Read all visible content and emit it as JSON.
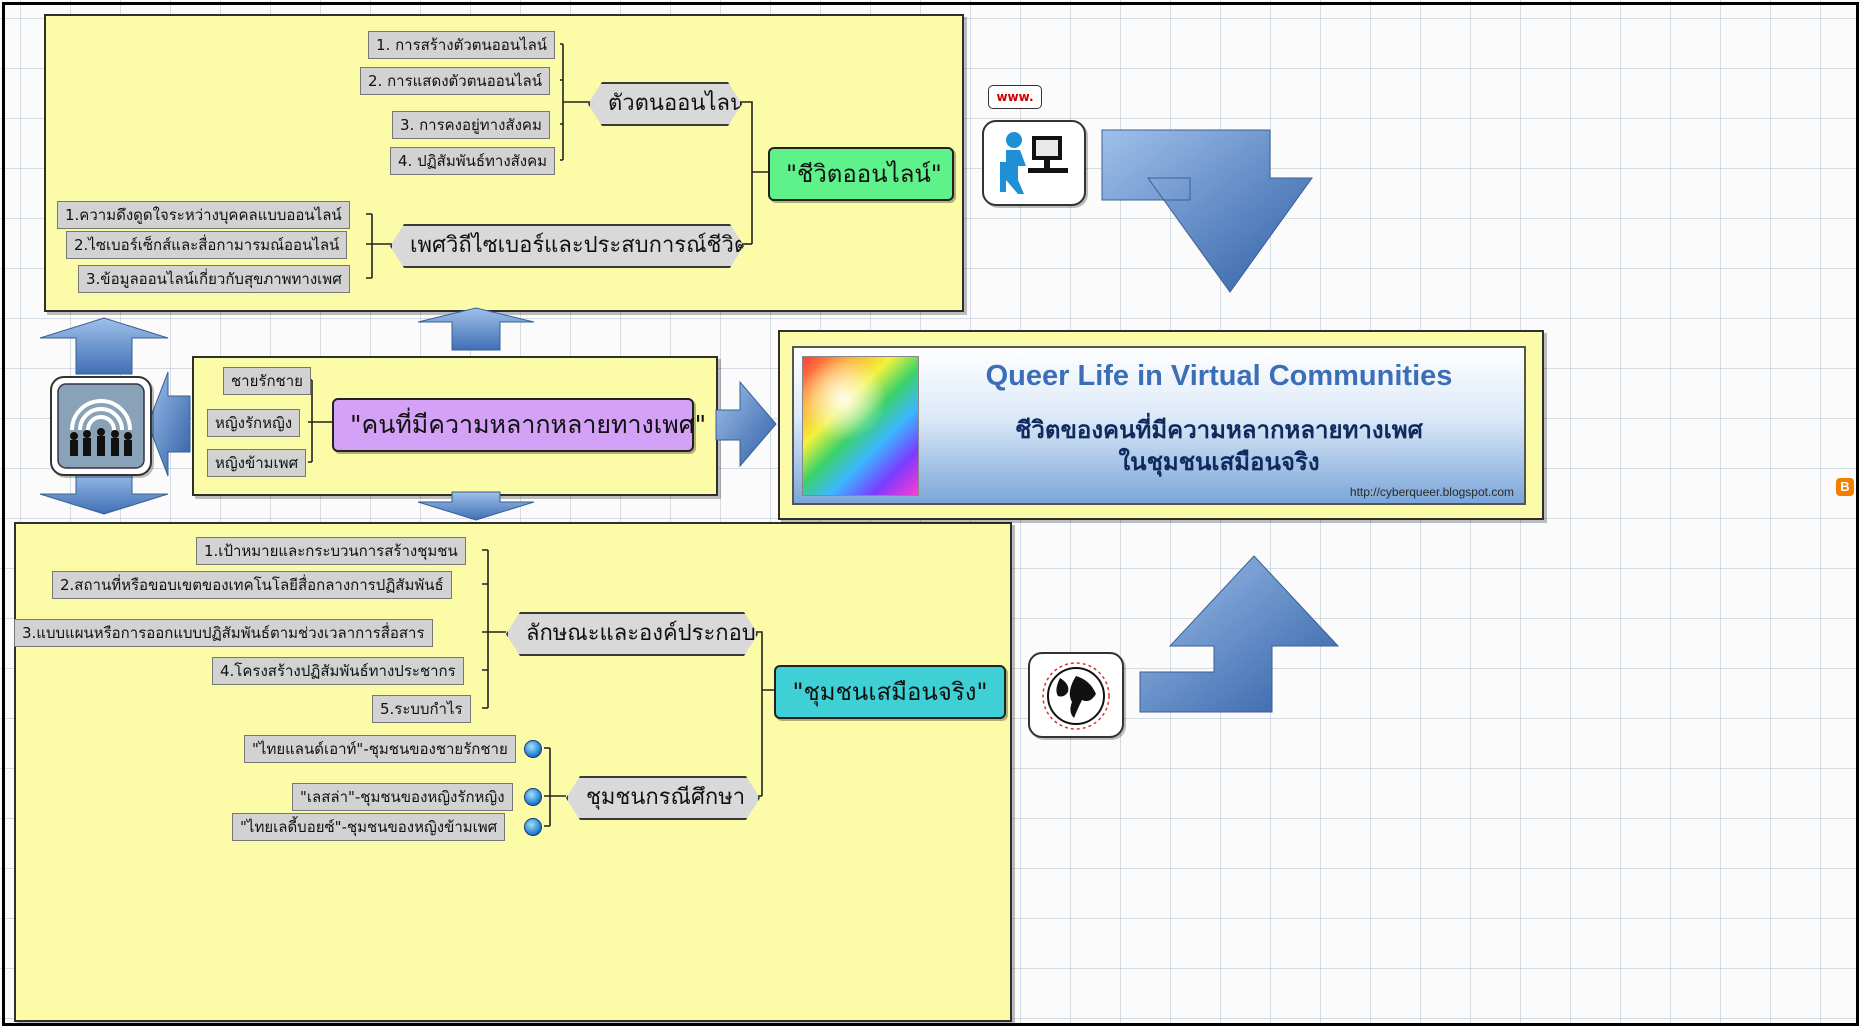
{
  "top_panel": {
    "main_label": "\"ชีวิตออนไลน์\"",
    "branch_online_self": {
      "label": "ตัวตนออนไลน์",
      "leaves": [
        "1. การสร้างตัวตนออนไลน์",
        "2. การแสดงตัวตนออนไลน์",
        "3. การคงอยู่ทางสังคม",
        "4. ปฏิสัมพันธ์ทางสังคม"
      ]
    },
    "branch_cyber_sex": {
      "label": "เพศวิถีไซเบอร์และประสบการณ์ชีวิต",
      "leaves": [
        "1.ความดึงดูดใจระหว่างบุคคลแบบออนไลน์",
        "2.ไซเบอร์เซ็กส์และสื่อกามารมณ์ออนไลน์",
        "3.ข้อมูลออนไลน์เกี่ยวกับสุขภาพทางเพศ"
      ]
    },
    "www_bubble": "www."
  },
  "middle_panel": {
    "main_label": "\"คนที่มีความหลากหลายทางเพศ\"",
    "leaves": [
      "ชายรักชาย",
      "หญิงรักหญิง",
      "หญิงข้ามเพศ"
    ]
  },
  "banner": {
    "title": "Queer Life in Virtual Communities",
    "subtitle_line1": "ชีวิตของคนที่มีความหลากหลายทางเพศ",
    "subtitle_line2": "ในชุมชนเสมือนจริง",
    "url": "http://cyberqueer.blogspot.com"
  },
  "bottom_panel": {
    "main_label": "\"ชุมชนเสมือนจริง\"",
    "branch_characteristics": {
      "label": "ลักษณะและองค์ประกอบ",
      "leaves": [
        "1.เป้าหมายและกระบวนการสร้างชุมชน",
        "2.สถานที่หรือขอบเขตของเทคโนโลยีสื่อกลางการปฏิสัมพันธ์",
        "3.แบบแผนหรือการออกแบบปฏิสัมพันธ์ตามช่วงเวลาการสื่อสาร",
        "4.โครงสร้างปฏิสัมพันธ์ทางประชากร",
        "5.ระบบกำไร"
      ]
    },
    "branch_case_study": {
      "label": "ชุมชนกรณีศึกษา",
      "leaves": [
        "\"ไทยแลนด์เอาท์\"-ชุมชนของชายรักชาย",
        "\"เลสล่า\"-ชุมชนของหญิงรักหญิง",
        "\"ไทยเลดี้บอยซ์\"-ชุมชนของหญิงข้ามเพศ"
      ]
    }
  },
  "icons": [
    "computer-user-icon",
    "people-group-icon",
    "globe-icon",
    "blogger-icon",
    "hyperlink-globe-icon"
  ],
  "colors": {
    "panel": "#fcfca8",
    "main_online_life": "#5ff28a",
    "main_sexual_diversity": "#d3a1f5",
    "main_virtual_community": "#3fd0d6",
    "arrow_blue": "#4d7fc0"
  }
}
